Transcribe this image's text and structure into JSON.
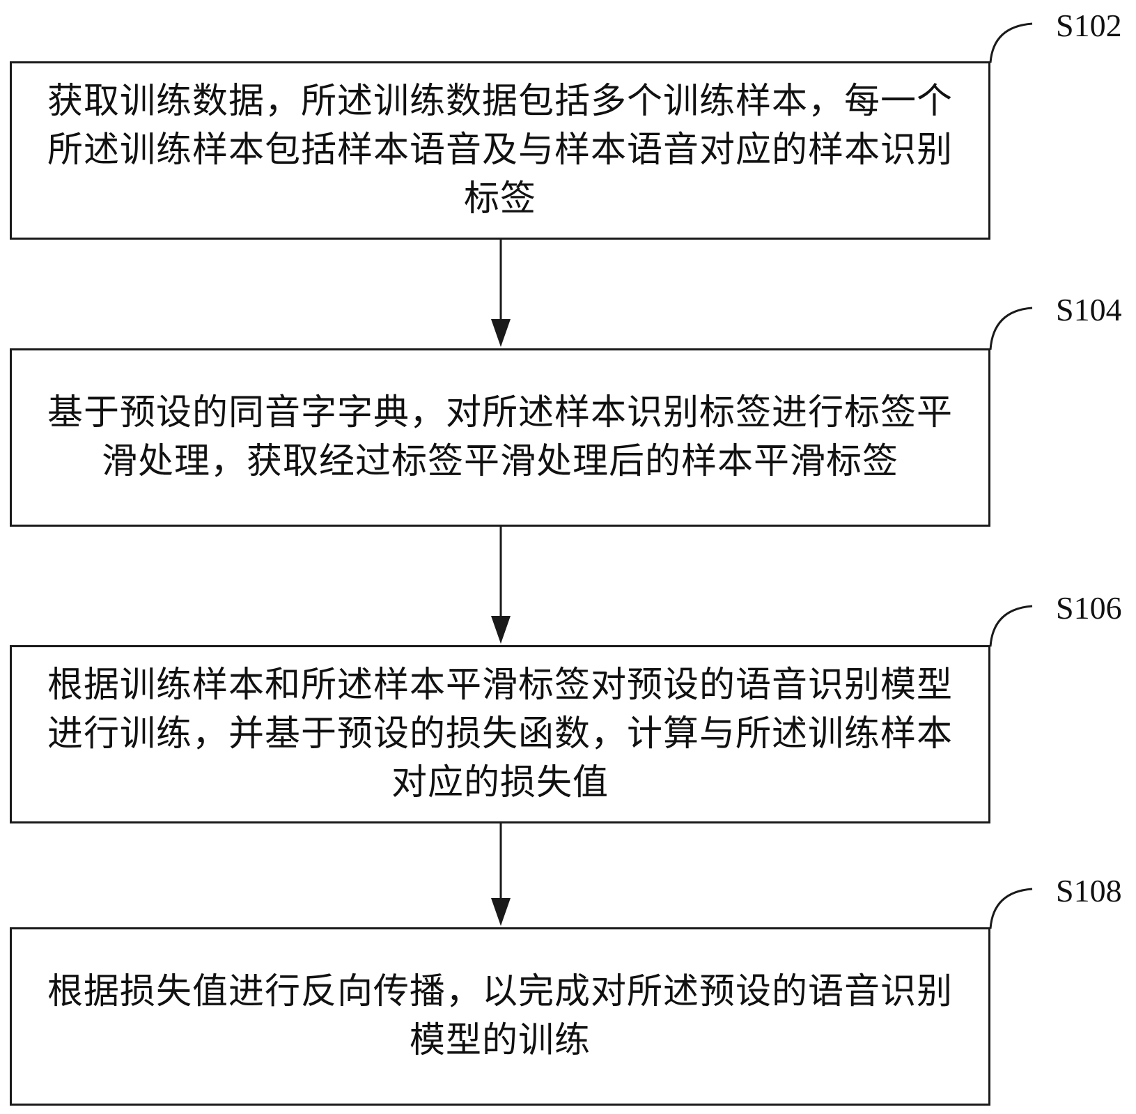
{
  "steps": [
    {
      "id": "S102",
      "text": "获取训练数据，所述训练数据包括多个训练样本，每一个所述训练样本包括样本语音及与样本语音对应的样本识别标签"
    },
    {
      "id": "S104",
      "text": "基于预设的同音字字典，对所述样本识别标签进行标签平滑处理，获取经过标签平滑处理后的样本平滑标签"
    },
    {
      "id": "S106",
      "text": "根据训练样本和所述样本平滑标签对预设的语音识别模型进行训练，并基于预设的损失函数，计算与所述训练样本对应的损失值"
    },
    {
      "id": "S108",
      "text": "根据损失值进行反向传播，以完成对所述预设的语音识别模型的训练"
    }
  ]
}
